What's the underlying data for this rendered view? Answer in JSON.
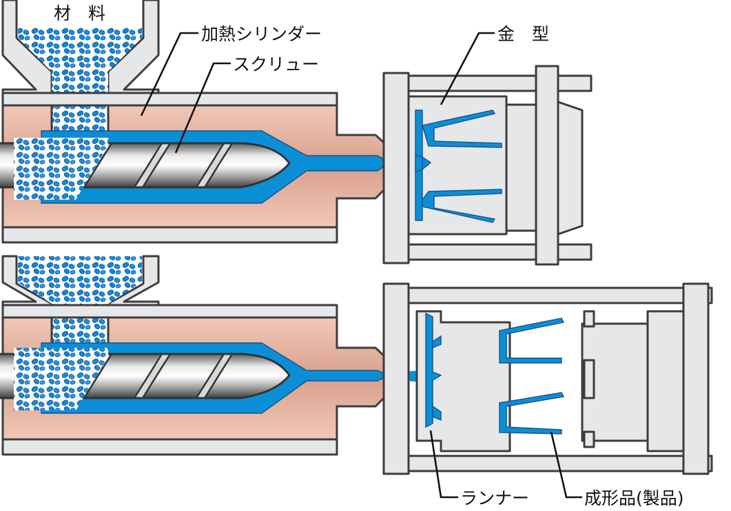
{
  "labels": {
    "material": "材　料",
    "heating_cylinder": "加熱シリンダー",
    "screw": "スクリュー",
    "mold": "金　型",
    "runner": "ランナー",
    "product": "成形品(製品)"
  },
  "colors": {
    "resin": "#0a8fd6",
    "cylinder": "#dfa996",
    "frame": "#e6e7e8",
    "outline": "#3c3c3c"
  }
}
